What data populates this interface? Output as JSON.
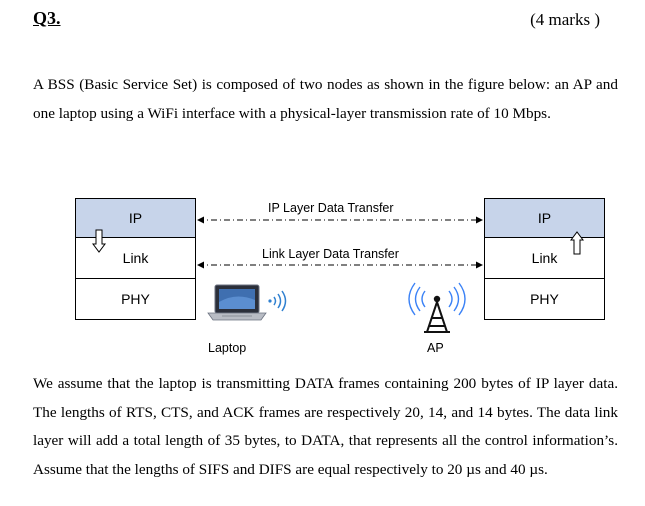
{
  "question": {
    "number": "Q3.",
    "marks": "(4 marks )"
  },
  "intro": "A BSS (Basic Service Set) is composed of two nodes as shown in the figure below: an AP and one laptop using a WiFi interface with a physical-layer transmission rate of 10 Mbps.",
  "diagram": {
    "left_stack": {
      "ip": "IP",
      "link": "Link",
      "phy": "PHY"
    },
    "right_stack": {
      "ip": "IP",
      "link": "Link",
      "phy": "PHY"
    },
    "ip_transfer_label": "IP Layer Data Transfer",
    "link_transfer_label": "Link Layer Data Transfer",
    "laptop_label": "Laptop",
    "ap_label": "AP",
    "colors": {
      "ip_layer_fill": "#c7d4ea"
    }
  },
  "details": "We assume that the laptop is transmitting DATA frames containing 200 bytes of IP layer data. The lengths of RTS, CTS, and ACK frames are respectively 20, 14, and 14 bytes. The data link layer will add a total length of 35 bytes, to DATA, that represents all the control information’s. Assume that the lengths of SIFS and DIFS are equal respectively to 20 µs and 40 µs."
}
